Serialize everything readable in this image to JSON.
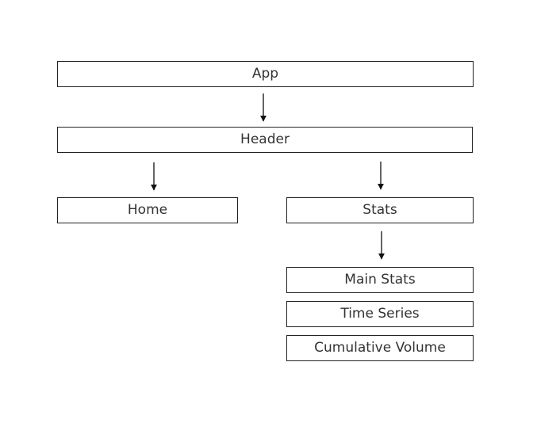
{
  "nodes": {
    "app": "App",
    "header": "Header",
    "home": "Home",
    "stats": "Stats",
    "main_stats": "Main Stats",
    "time_series": "Time Series",
    "cumulative_volume": "Cumulative Volume"
  },
  "edges": [
    {
      "from": "App",
      "to": "Header"
    },
    {
      "from": "Header",
      "to": "Home"
    },
    {
      "from": "Header",
      "to": "Stats"
    },
    {
      "from": "Stats",
      "to": "Main Stats"
    }
  ],
  "colors": {
    "stroke": "#222222",
    "text": "#333333",
    "background": "#ffffff"
  }
}
